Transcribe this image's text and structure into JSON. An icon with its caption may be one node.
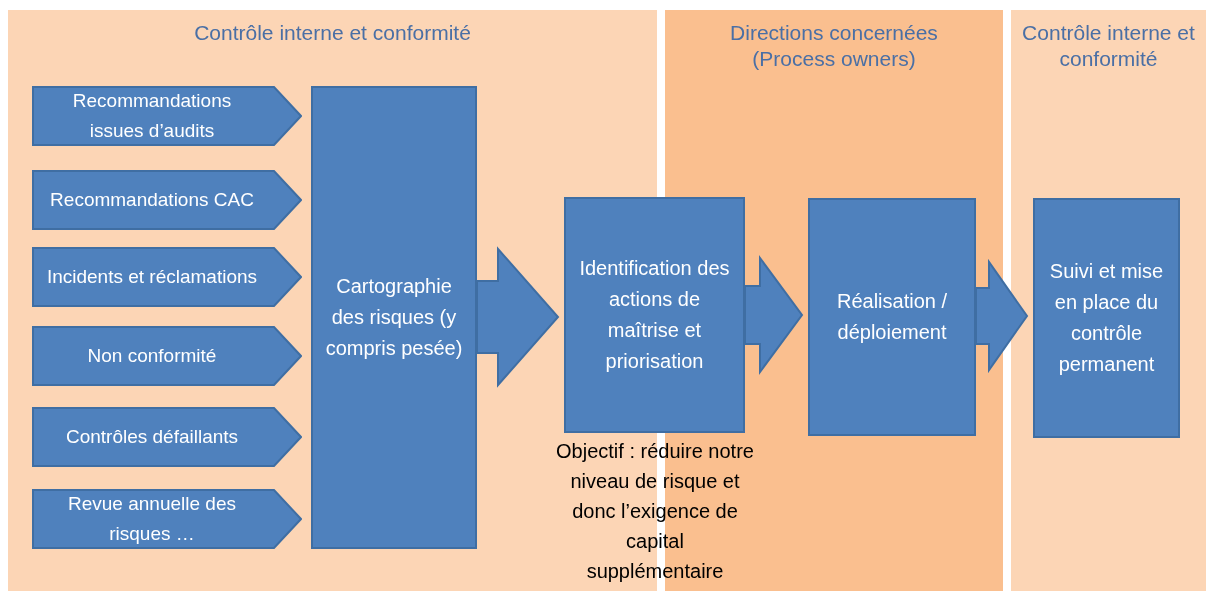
{
  "diagram": {
    "nodes": [
      {
        "text": [
          "Contrôle interne et conformité"
        ]
      },
      {
        "text": [
          "Recommandations issues d’audits"
        ],
        "in": 0
      },
      {
        "text": [
          "Recommandations CAC"
        ],
        "in": 0
      },
      {
        "text": [
          "Incidents et réclamations"
        ],
        "in": 0
      },
      {
        "text": [
          "Non conformité"
        ],
        "in": 0
      },
      {
        "text": [
          "Contrôles défaillants"
        ],
        "in": 0
      },
      {
        "text": [
          "Revue annuelle des risques …"
        ],
        "in": 0
      },
      {
        "text": [
          "Cartographie des risques (y compris pesée)"
        ],
        "in": 0
      },
      {
        "text": [
          "Identification des actions de maîtrise et priorisation"
        ],
        "beside": [
          "Objectif : réduire notre niveau de risque et donc l’exigence de capital supplémentaire"
        ]
      },
      {
        "text": [
          "Directions concernées (Process owners)"
        ]
      },
      {
        "text": [
          "Réalisation / déploiement"
        ],
        "in": 9
      },
      {
        "text": [
          "Contrôle interne et conformité"
        ]
      },
      {
        "text": [
          "Suivi et mise en place du contrôle permanent"
        ],
        "in": 11
      }
    ],
    "edges": [
      {
        "from": 7,
        "to": 8,
        "arrow": "to",
        "style": "thick"
      },
      {
        "from": 8,
        "to": 10,
        "arrow": "to",
        "style": "thick"
      },
      {
        "from": 10,
        "to": 12,
        "arrow": "to",
        "style": "thick"
      }
    ]
  }
}
